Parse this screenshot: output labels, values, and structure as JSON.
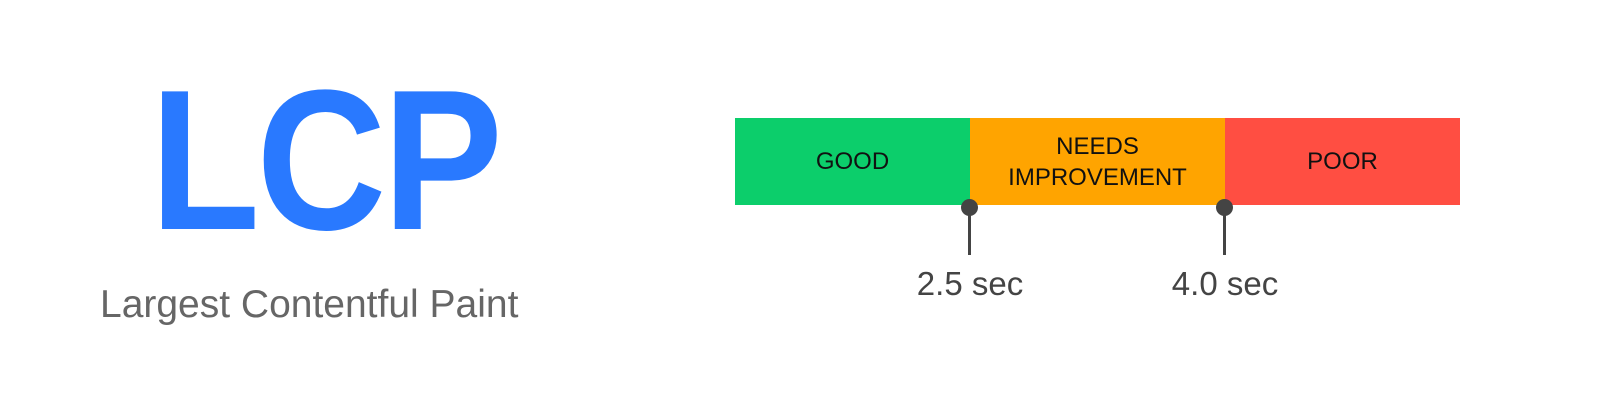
{
  "metric": {
    "abbreviation": "LCP",
    "name": "Largest Contentful Paint",
    "color": "#2979ff"
  },
  "scale": {
    "segments": [
      {
        "label": "GOOD",
        "color": "#0cce6b"
      },
      {
        "label": "NEEDS IMPROVEMENT",
        "color": "#ffa400"
      },
      {
        "label": "POOR",
        "color": "#ff4e42"
      }
    ],
    "thresholds": [
      {
        "value": 2.5,
        "label": "2.5 sec"
      },
      {
        "value": 4.0,
        "label": "4.0 sec"
      }
    ]
  }
}
